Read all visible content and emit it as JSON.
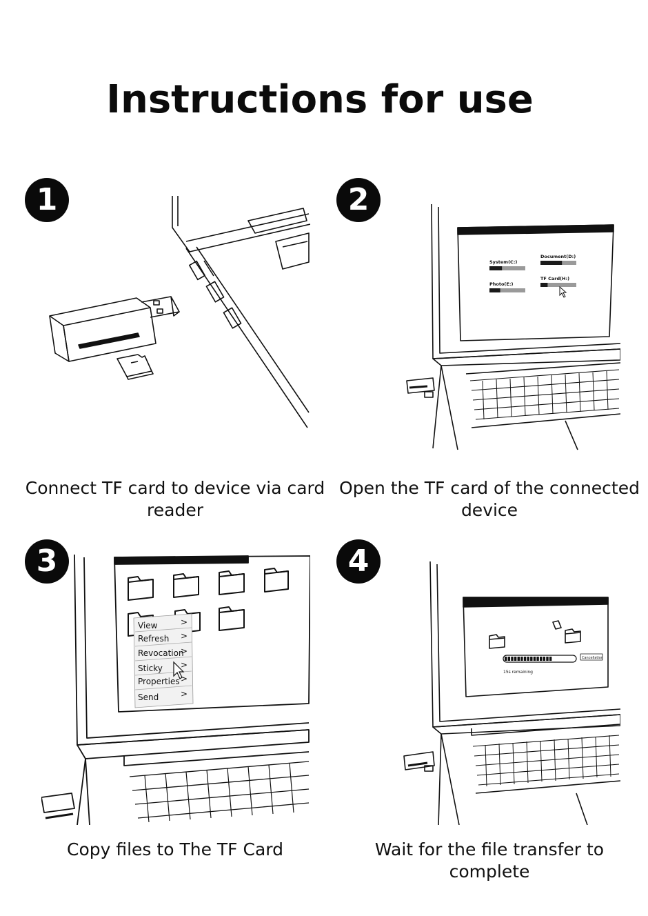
{
  "title": "Instructions for use",
  "steps": [
    {
      "number": "1",
      "caption": "Connect TF card to device via card reader"
    },
    {
      "number": "2",
      "caption": "Open the TF card of the connected device",
      "drives": [
        {
          "label": "System(C:)",
          "fill": 0.35
        },
        {
          "label": "Document(D:)",
          "fill": 0.6
        },
        {
          "label": "Photo(E:)",
          "fill": 0.3
        },
        {
          "label": "TF Card(H:)",
          "fill": 0.2
        }
      ]
    },
    {
      "number": "3",
      "caption": "Copy files to The TF Card",
      "menu": [
        "View",
        "Refresh",
        "Revocation",
        "Sticky",
        "Properties",
        "Send"
      ],
      "menu_arrow": ">"
    },
    {
      "number": "4",
      "caption": "Wait for the file transfer to complete",
      "progress": 0.7,
      "remaining": "15s remaining",
      "cancel_label": "Cancellation"
    }
  ],
  "colors": {
    "ink": "#111111",
    "badge": "#0a0a0a",
    "bar_dark": "#1a1a1a",
    "bar_light": "#9a9a9a"
  }
}
